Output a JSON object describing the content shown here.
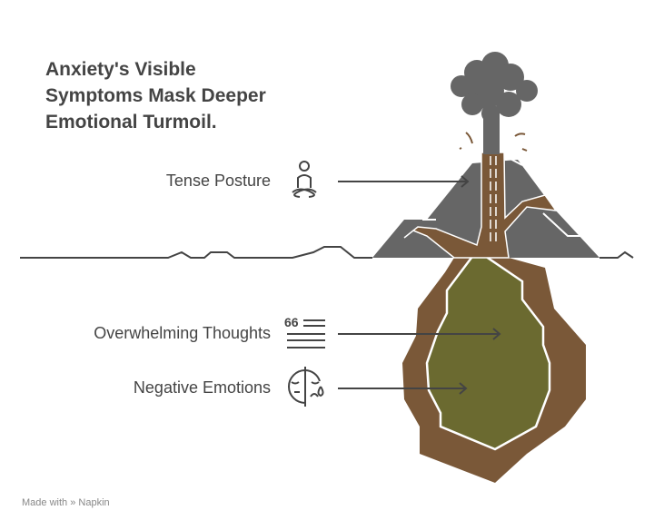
{
  "title": "Anxiety's Visible Symptoms Mask Deeper Emotional Turmoil.",
  "labels": [
    {
      "text": "Tense Posture",
      "icon": "meditation-person-icon"
    },
    {
      "text": "Overwhelming Thoughts",
      "icon": "quote-lines-icon"
    },
    {
      "text": "Negative Emotions",
      "icon": "sad-face-icon"
    }
  ],
  "footer": {
    "prefix": "Made with",
    "brand": "Napkin"
  },
  "colors": {
    "ash": "#666666",
    "magma": "#7a5838",
    "core": "#6b6a30",
    "text": "#444444"
  }
}
